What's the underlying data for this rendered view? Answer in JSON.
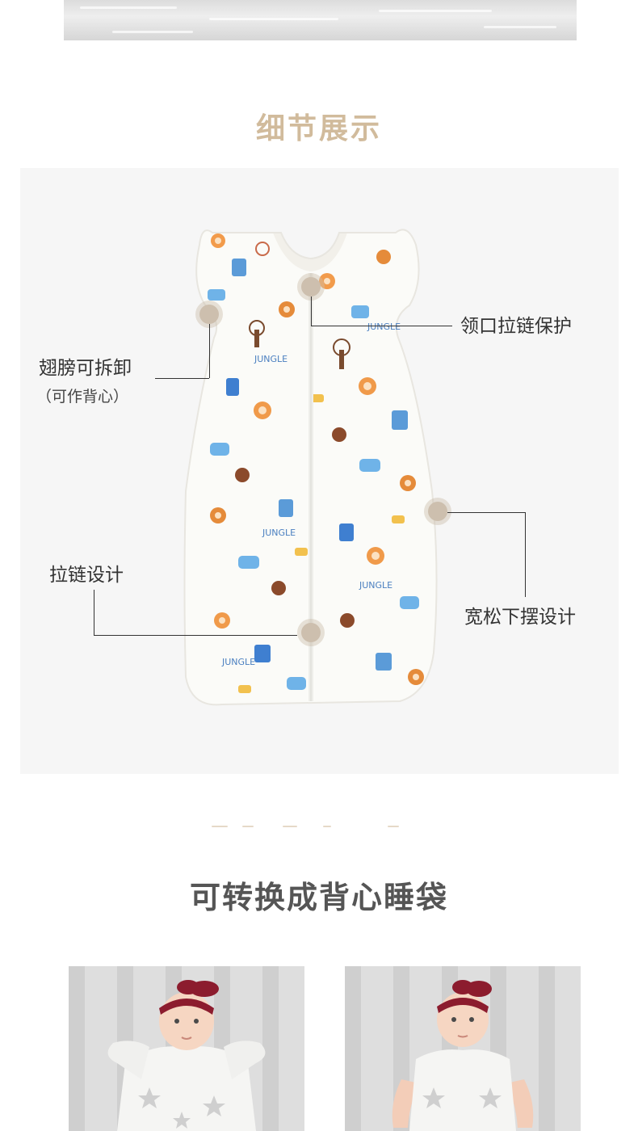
{
  "detail_section": {
    "title": "细节展示",
    "callouts": {
      "collar": "领口拉链保护",
      "wings": "翅膀可拆卸",
      "wings_note": "（可作背心）",
      "zipper": "拉链设计",
      "hem": "宽松下摆设计"
    },
    "print_text": "JUNGLE"
  },
  "convert_section": {
    "title": "可转换成背心睡袋"
  },
  "colors": {
    "title_accent": "#d1bb9c",
    "panel_bg": "#f6f6f6",
    "marker": "#cdbfae",
    "headband": "#8c1c2e"
  }
}
